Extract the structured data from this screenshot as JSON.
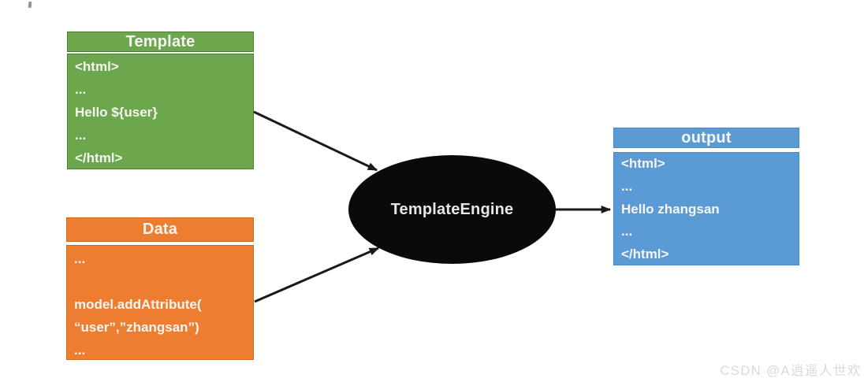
{
  "diagram": {
    "template_box": {
      "title": "Template",
      "lines": [
        "<html>",
        "...",
        "Hello ${user}",
        "...",
        "</html>"
      ],
      "fill": "#6ca64d",
      "border_color": "#4f7d33"
    },
    "data_box": {
      "title": "Data",
      "lines": [
        "...",
        "",
        "model.addAttribute(",
        "“user”,”zhangsan”)",
        "..."
      ],
      "fill": "#ed7d31",
      "border_color": "#cb6a22"
    },
    "engine_node": {
      "label": "TemplateEngine",
      "fill": "#0a0a0a",
      "text_color": "#e6e6e6"
    },
    "output_box": {
      "title": "output",
      "lines": [
        "<html>",
        "...",
        "Hello zhangsan",
        "...",
        "</html>"
      ],
      "fill": "#5b9bd5",
      "border_color": "#4d88c0"
    },
    "arrows": {
      "color": "#1a1a1a"
    },
    "watermark": {
      "text": "CSDN @A逍遥人世欢",
      "color": "#d9d9d9"
    }
  }
}
